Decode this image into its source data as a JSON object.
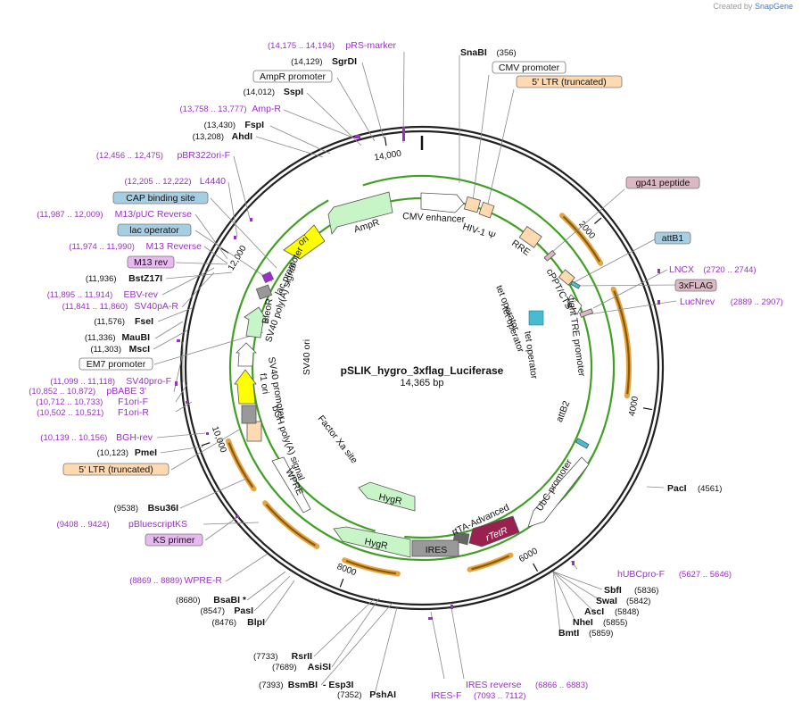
{
  "watermark": {
    "prefix": "Created by",
    "brand": "SnapGene"
  },
  "plasmid": {
    "name": "pSLIK_hygro_3xflag_Luciferase",
    "size_label": "14,365 bp",
    "length": 14365
  },
  "colors": {
    "site": "#111111",
    "primer": "#9b2fc9",
    "feature_line": "#777777",
    "orange": "#e8a33a",
    "green": "#3fa023",
    "hygr_fill": "#c8f5c8",
    "rtetr": "#9a2050",
    "ori_yellow": "#ffff00",
    "ires_grey": "#999999",
    "tan": "#ffd9b0",
    "blue_box": "#a6cee3",
    "pink_box": "#dcb8c4",
    "magenta_box": "#e8b8f0"
  },
  "ticks": [
    {
      "pos": 2000,
      "label": "2000"
    },
    {
      "pos": 4000,
      "label": "4000"
    },
    {
      "pos": 6000,
      "label": "6000"
    },
    {
      "pos": 8000,
      "label": "8000"
    },
    {
      "pos": 10000,
      "label": "10,000"
    },
    {
      "pos": 12000,
      "label": "12,000"
    },
    {
      "pos": 14000,
      "label": "14,000"
    }
  ],
  "labels_left": [
    {
      "kind": "primer",
      "range": "(14,175 .. 14,194)",
      "name": "pRS-marker"
    },
    {
      "kind": "site",
      "coord": "(14,129)",
      "name": "SgrDI"
    },
    {
      "kind": "box",
      "name": "AmpR promoter",
      "color": "#ffffff"
    },
    {
      "kind": "site",
      "coord": "(14,012)",
      "name": "SspI"
    },
    {
      "kind": "primer",
      "range": "(13,758 .. 13,777)",
      "name": "Amp-R"
    },
    {
      "kind": "site",
      "coord": "(13,430)",
      "name": "FspI"
    },
    {
      "kind": "site",
      "coord": "(13,208)",
      "name": "AhdI"
    },
    {
      "kind": "primer",
      "range": "(12,456 .. 12,475)",
      "name": "pBR322ori-F"
    },
    {
      "kind": "primer",
      "range": "(12,205 .. 12,222)",
      "name": "L4440"
    },
    {
      "kind": "box",
      "name": "CAP binding site",
      "color": "#a6cee3"
    },
    {
      "kind": "primer",
      "range": "(11,987 .. 12,009)",
      "name": "M13/pUC Reverse"
    },
    {
      "kind": "box",
      "name": "lac operator",
      "color": "#a6cee3"
    },
    {
      "kind": "primer",
      "range": "(11,974 .. 11,990)",
      "name": "M13 Reverse"
    },
    {
      "kind": "box",
      "name": "M13 rev",
      "color": "#e8b8f0"
    },
    {
      "kind": "site",
      "coord": "(11,936)",
      "name": "BstZ17I"
    },
    {
      "kind": "primer",
      "range": "(11,895 .. 11,914)",
      "name": "EBV-rev"
    },
    {
      "kind": "primer",
      "range": "(11,841 .. 11,860)",
      "name": "SV40pA-R"
    },
    {
      "kind": "site",
      "coord": "(11,576)",
      "name": "FseI"
    },
    {
      "kind": "site",
      "coord": "(11,336)",
      "name": "MauBI"
    },
    {
      "kind": "site",
      "coord": "(11,303)",
      "name": "MscI"
    },
    {
      "kind": "box",
      "name": "EM7 promoter",
      "color": "#ffffff"
    },
    {
      "kind": "primer",
      "range": "(11,099 .. 11,118)",
      "name": "SV40pro-F"
    },
    {
      "kind": "primer",
      "range": "(10,852 .. 10,872)",
      "name": "pBABE 3'"
    },
    {
      "kind": "primer",
      "range": "(10,712 .. 10,733)",
      "name": "F1ori-F"
    },
    {
      "kind": "primer",
      "range": "(10,502 .. 10,521)",
      "name": "F1ori-R"
    },
    {
      "kind": "primer",
      "range": "(10,139 .. 10,156)",
      "name": "BGH-rev"
    },
    {
      "kind": "site",
      "coord": "(10,123)",
      "name": "PmeI"
    },
    {
      "kind": "box",
      "name": "5' LTR (truncated)",
      "color": "#ffd9b0"
    },
    {
      "kind": "site",
      "coord": "(9538)",
      "name": "Bsu36I"
    },
    {
      "kind": "primer",
      "range": "(9408 .. 9424)",
      "name": "pBluescriptKS"
    },
    {
      "kind": "box",
      "name": "KS primer",
      "color": "#e8b8f0"
    },
    {
      "kind": "primer",
      "range": "(8869 .. 8889)",
      "name": "WPRE-R"
    },
    {
      "kind": "site",
      "coord": "(8680)",
      "name": "BsaBI *"
    },
    {
      "kind": "site",
      "coord": "(8547)",
      "name": "PasI"
    },
    {
      "kind": "site",
      "coord": "(8476)",
      "name": "BlpI"
    },
    {
      "kind": "site",
      "coord": "(7733)",
      "name": "RsrII"
    },
    {
      "kind": "site",
      "coord": "(7689)",
      "name": "AsiSI"
    },
    {
      "kind": "site",
      "coord": "(7393)",
      "name": "BsmBI",
      "suffix": "- Esp3I"
    },
    {
      "kind": "site",
      "coord": "(7352)",
      "name": "PshAI"
    }
  ],
  "labels_right": [
    {
      "kind": "site",
      "name": "SnaBI",
      "coord": "(356)"
    },
    {
      "kind": "box",
      "name": "CMV promoter",
      "color": "#ffffff"
    },
    {
      "kind": "box",
      "name": "5' LTR (truncated)",
      "color": "#ffd9b0"
    },
    {
      "kind": "box",
      "name": "gp41 peptide",
      "color": "#dcb8c4"
    },
    {
      "kind": "box",
      "name": "attB1",
      "color": "#a6cee3"
    },
    {
      "kind": "primer",
      "name": "LNCX",
      "range": "(2720 .. 2744)"
    },
    {
      "kind": "box",
      "name": "3xFLAG",
      "color": "#dcb8c4"
    },
    {
      "kind": "primer",
      "name": "LucNrev",
      "range": "(2889 .. 2907)"
    },
    {
      "kind": "site",
      "name": "PacI",
      "coord": "(4561)"
    },
    {
      "kind": "primer",
      "name": "hUBCpro-F",
      "range": "(5627 .. 5646)"
    },
    {
      "kind": "site",
      "name": "SbfI",
      "coord": "(5836)"
    },
    {
      "kind": "site",
      "name": "SwaI",
      "coord": "(5842)"
    },
    {
      "kind": "site",
      "name": "AscI",
      "coord": "(5848)"
    },
    {
      "kind": "site",
      "name": "NheI",
      "coord": "(5855)"
    },
    {
      "kind": "site",
      "name": "BmtI",
      "coord": "(5859)"
    }
  ],
  "labels_bottom": [
    {
      "kind": "primer",
      "name": "IRES-F"
    },
    {
      "kind": "primer",
      "name": "IRES reverse",
      "range": "(6866 .. 6883)",
      "range2": "(7093 .. 7112)"
    }
  ],
  "inner_labels": [
    "CMV enhancer",
    "HIV-1 Ψ",
    "RRE",
    "cPPT/CTS",
    "tight TRE promoter",
    "tet operator",
    "tet operator",
    "tet operator",
    "attB2",
    "UbC promoter",
    "rtTA-Advanced",
    "rTetR",
    "IRES",
    "HygR",
    "HygR",
    "Factor Xa site",
    "WPRE",
    "bGH poly(A) signal",
    "f1 ori",
    "SV40 promoter",
    "SV40 ori",
    "BleoR",
    "SV40 poly(A) signal",
    "lac promoter",
    "ori",
    "AmpR"
  ]
}
